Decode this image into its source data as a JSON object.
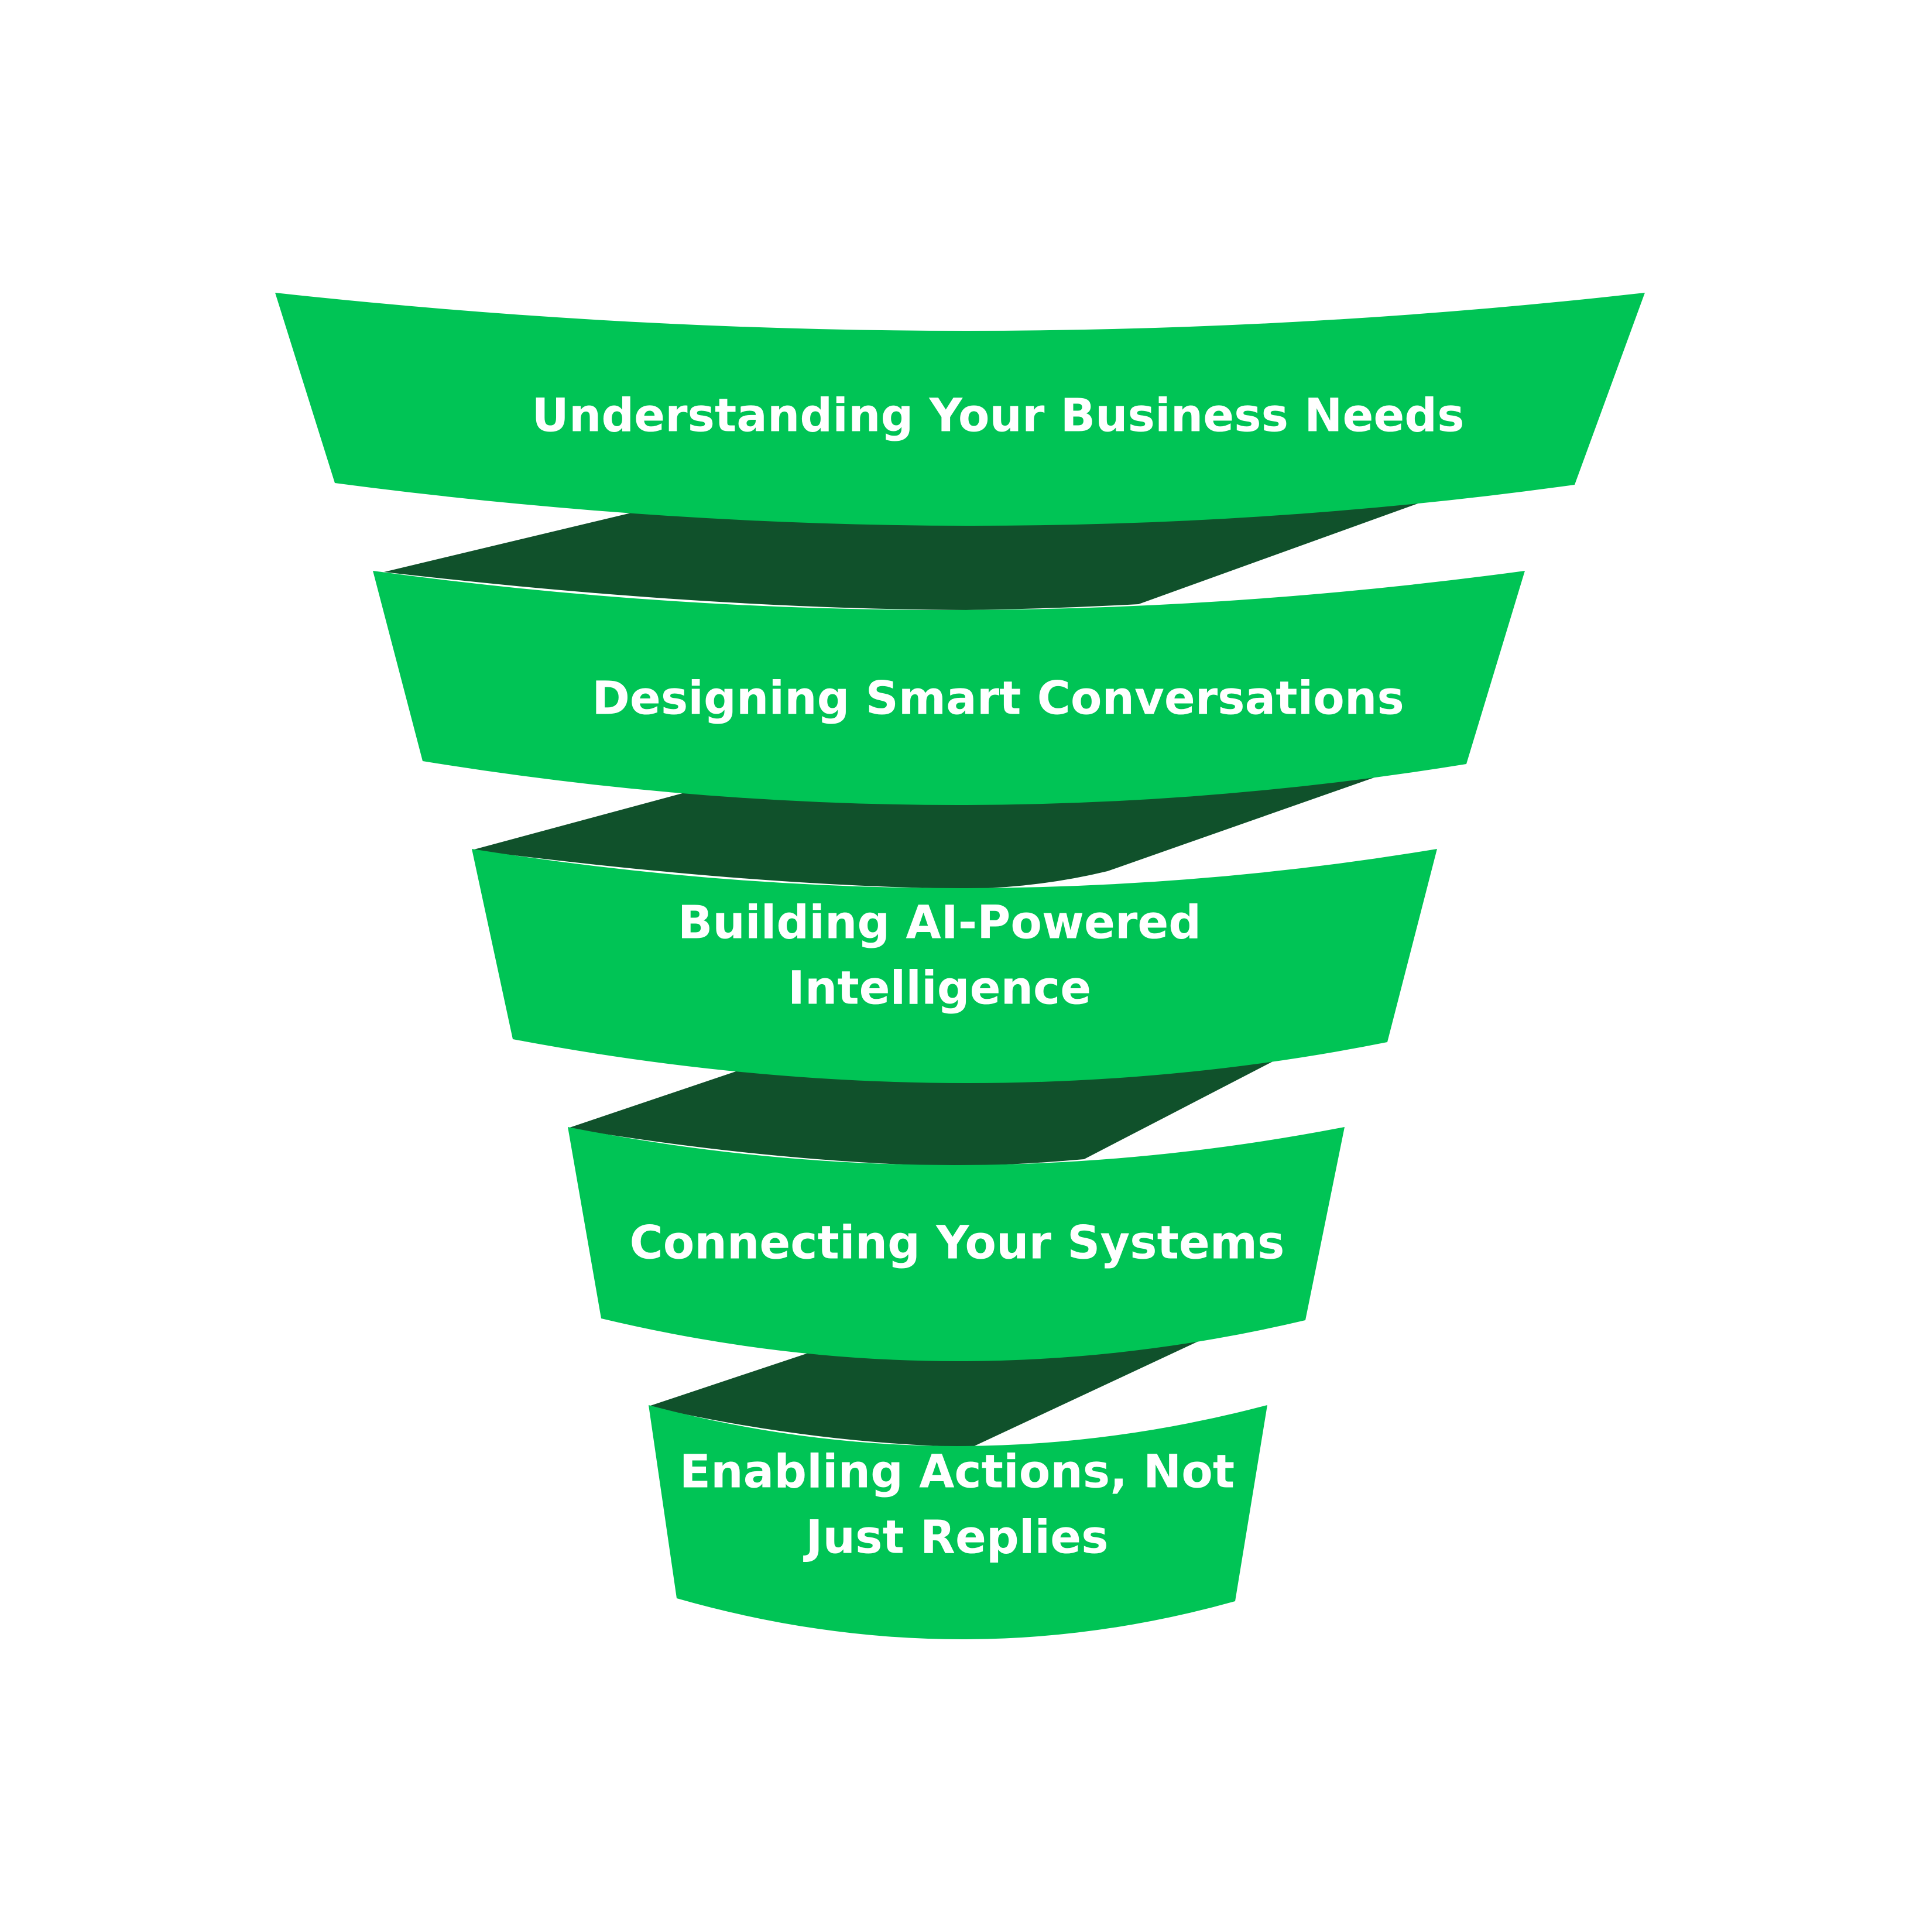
{
  "colors": {
    "band": "#00C455",
    "connector": "#10512B",
    "text": "#ffffff",
    "background": "#ffffff"
  },
  "stages": [
    {
      "lines": [
        "Understanding Your Business Needs"
      ]
    },
    {
      "lines": [
        "Designing Smart Conversations"
      ]
    },
    {
      "lines": [
        "Building AI-Powered",
        "Intelligence"
      ]
    },
    {
      "lines": [
        "Connecting Your Systems"
      ]
    },
    {
      "lines": [
        "Enabling Actions, Not",
        "Just Replies"
      ]
    }
  ]
}
